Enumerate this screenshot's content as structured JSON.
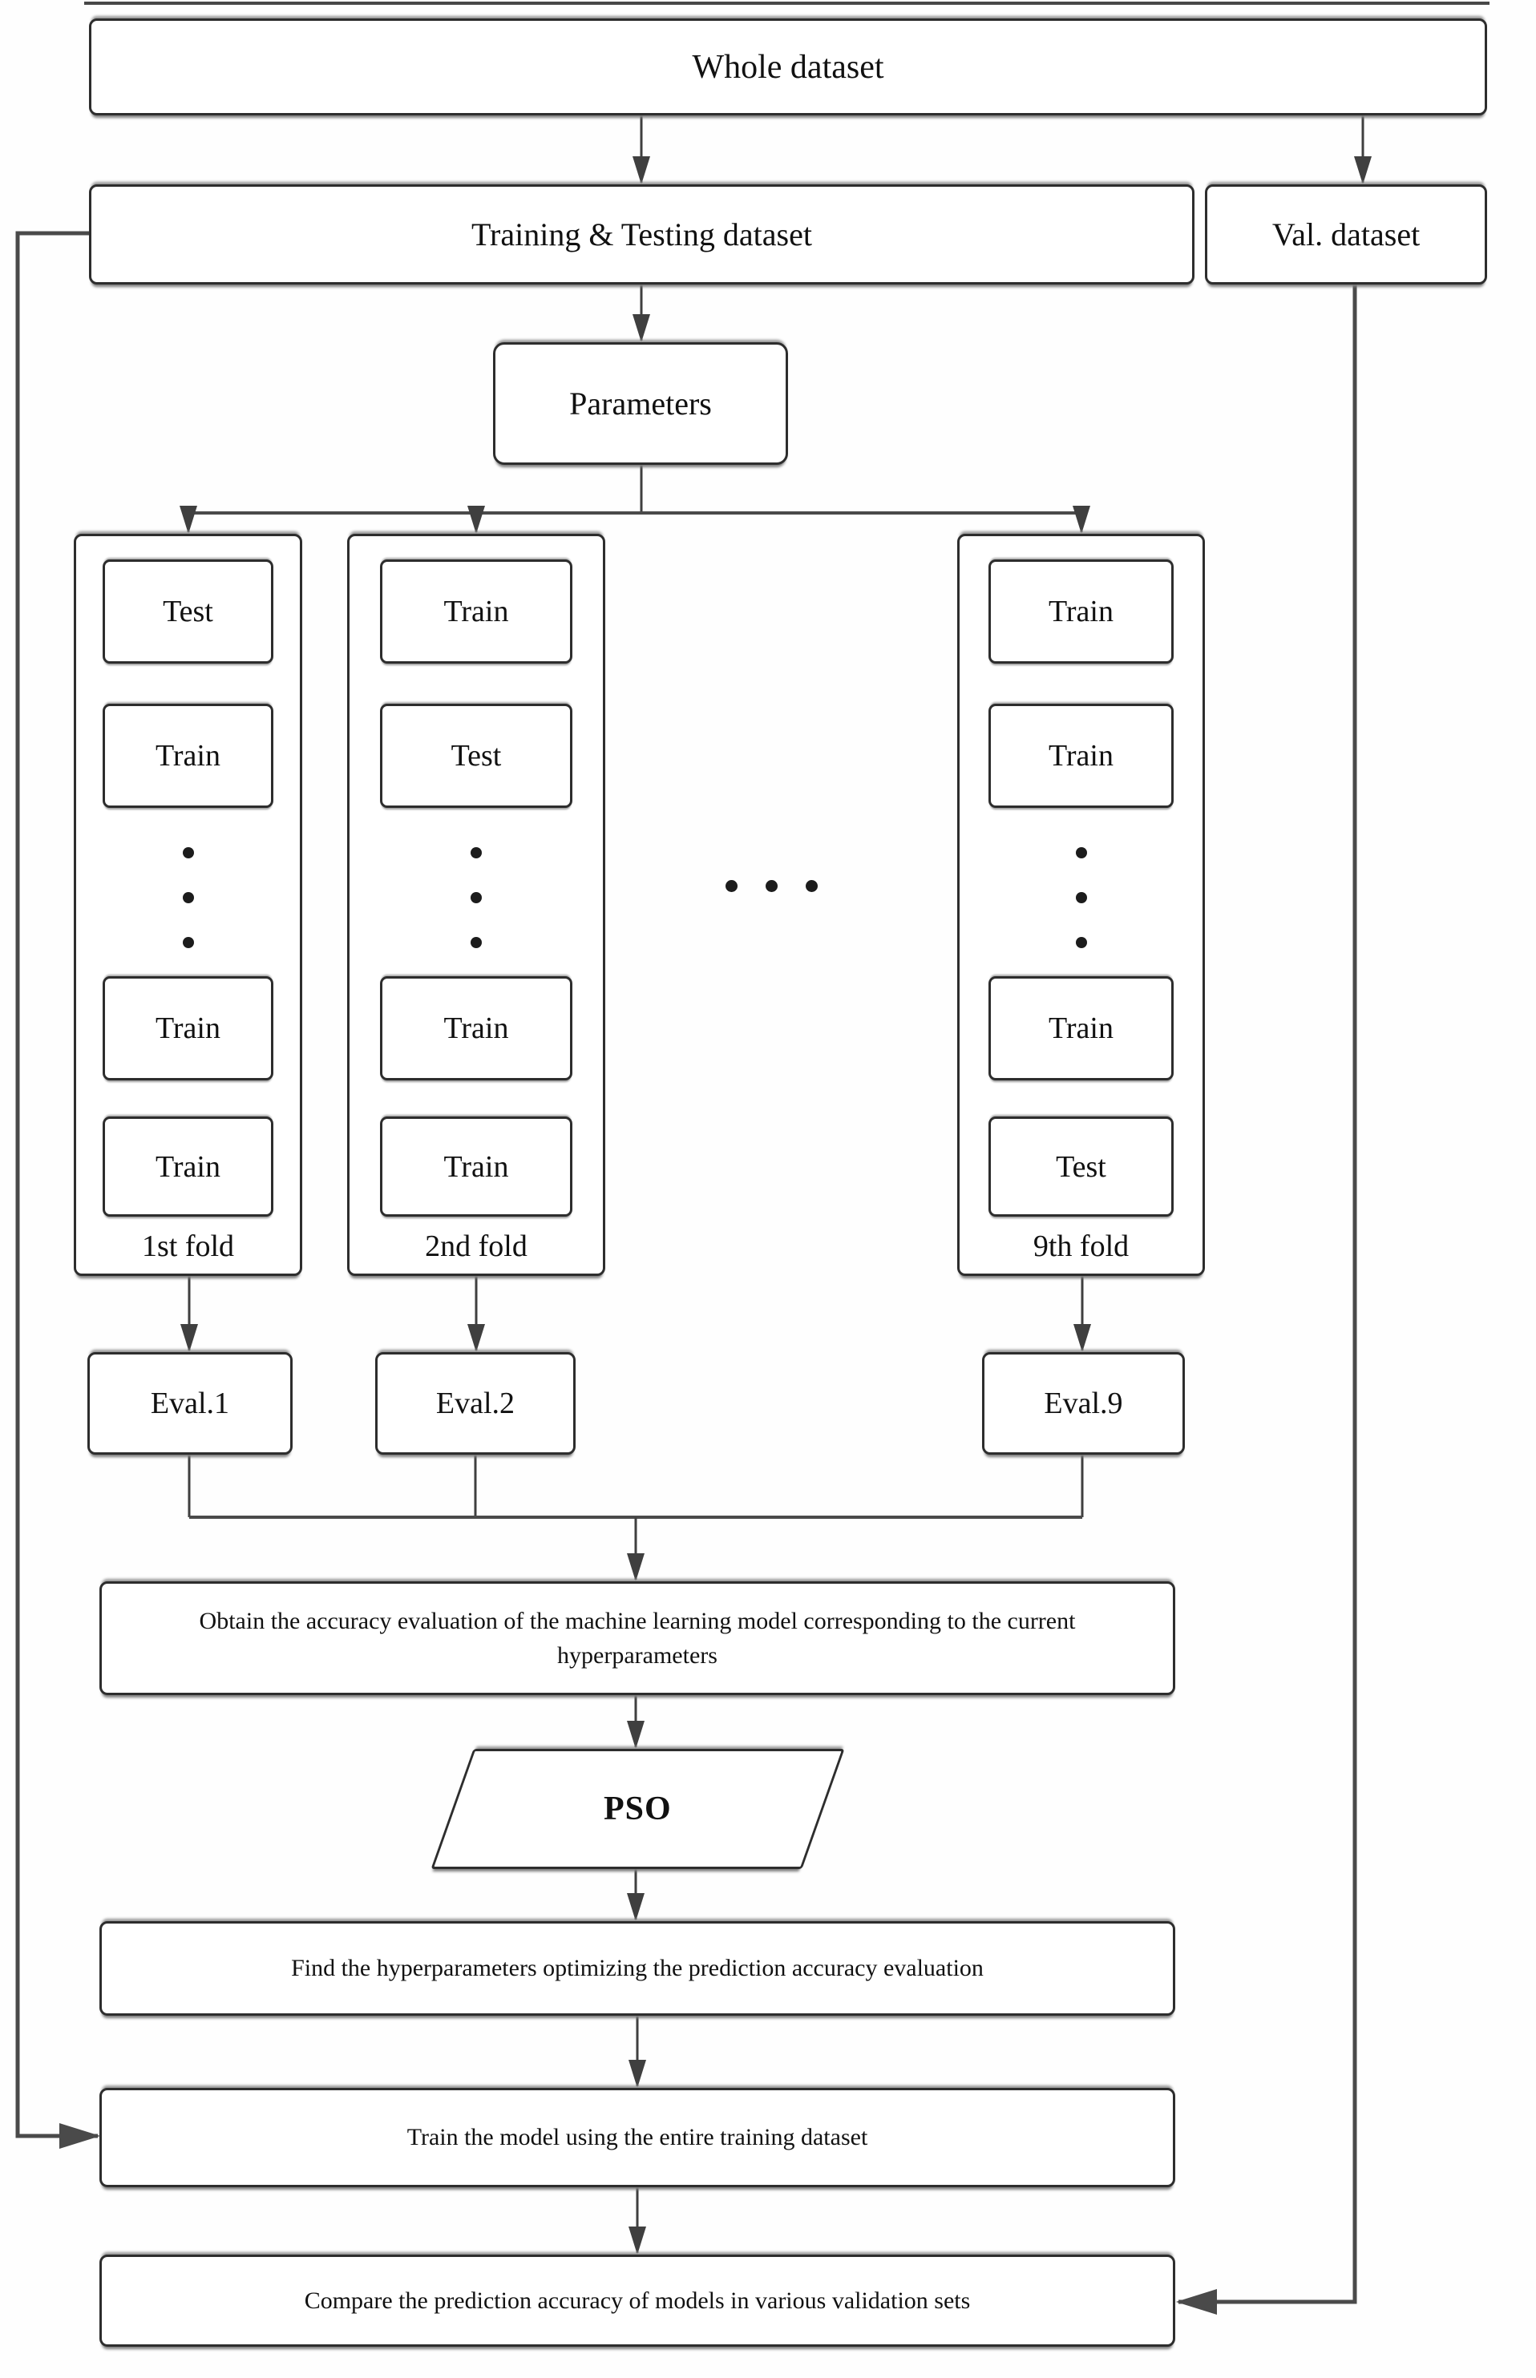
{
  "nodes": {
    "whole_dataset": "Whole dataset",
    "training_testing": "Training & Testing dataset",
    "val_dataset": "Val. dataset",
    "parameters": "Parameters",
    "obtain": "Obtain the accuracy evaluation of the machine learning model corresponding to the current hyperparameters",
    "pso": "PSO",
    "find": "Find the hyperparameters optimizing the prediction accuracy evaluation",
    "train_model": "Train the model using the entire training dataset",
    "compare": "Compare the prediction accuracy of models in various validation sets"
  },
  "folds": [
    {
      "label": "1st fold",
      "boxes": [
        "Test",
        "Train",
        "Train",
        "Train"
      ]
    },
    {
      "label": "2nd fold",
      "boxes": [
        "Train",
        "Test",
        "Train",
        "Train"
      ]
    },
    {
      "label": "9th fold",
      "boxes": [
        "Train",
        "Train",
        "Train",
        "Test"
      ]
    }
  ],
  "evals": [
    {
      "label": "Eval.1"
    },
    {
      "label": "Eval.2"
    },
    {
      "label": "Eval.9"
    }
  ],
  "icons": {
    "vertical_dots": "vertical-ellipsis",
    "horizontal_dots": "horizontal-ellipsis"
  },
  "colors": {
    "border": "#2d2d2d",
    "line": "#3f3f3f",
    "thick_line": "#4a4a4a",
    "background": "#fefefe",
    "text": "#111111"
  }
}
